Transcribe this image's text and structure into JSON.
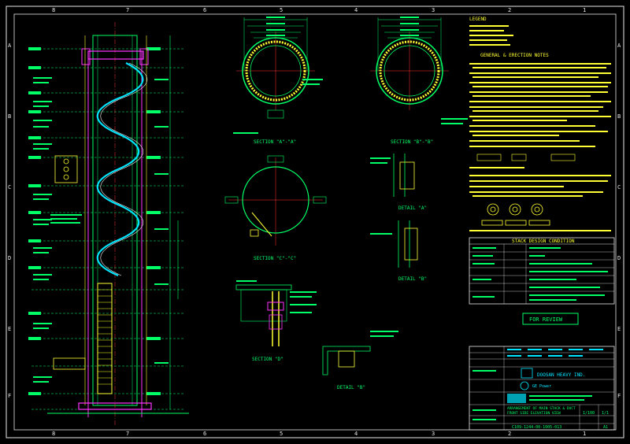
{
  "colors": {
    "background": "#000000",
    "frame": "#e8e8e8",
    "structure": "#00ff66",
    "cyan": "#00e5ff",
    "magenta": "#ff33ff",
    "yellow": "#ffff33",
    "white": "#ffffff",
    "red": "#ff3333",
    "dim_green": "#33cc55"
  },
  "grid": {
    "columns": [
      "8",
      "7",
      "6",
      "5",
      "4",
      "3",
      "2",
      "1"
    ],
    "rows": [
      "A",
      "B",
      "C",
      "D",
      "E",
      "F"
    ]
  },
  "sections": {
    "aa": "SECTION \"A\"-\"A\"",
    "bb": "SECTION \"B\"-\"B\"",
    "cc": "SECTION \"C\"-\"C\"",
    "d": "SECTION \"D\"",
    "detail_a": "DETAIL \"A\"",
    "detail_b": "DETAIL \"B\"",
    "detail_bb": "DETAIL \"B\""
  },
  "notes": {
    "legend_title": "LEGEND",
    "general_title": "GENERAL & ERECTION NOTES"
  },
  "condition_table": {
    "title": "STACK DESIGN CONDITION"
  },
  "title_block": {
    "review_stamp": "FOR REVIEW",
    "company": "DOOSAN HEAVY IND.",
    "company_sub": "GE Power",
    "drawing_title_1": "ARRANGEMENT OF MAIN STACK & DUCT",
    "drawing_title_2": "FRONT SIDE ELEVATION VIEW",
    "scale": "1/100",
    "sheet": "1/1",
    "drawing_no": "C109-1244-00-1005-013",
    "rev": "A1"
  }
}
